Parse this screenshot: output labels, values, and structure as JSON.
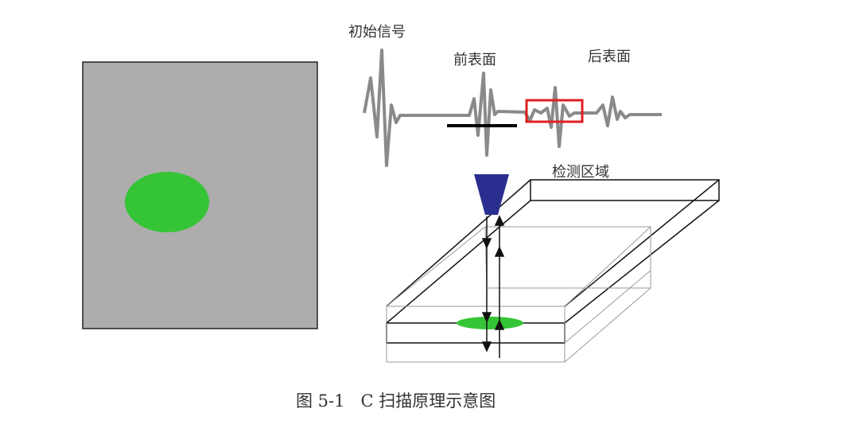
{
  "labels": {
    "initial_signal": "初始信号",
    "front_surface": "前表面",
    "back_surface": "后表面",
    "detection_region": "检测区域"
  },
  "caption": "图 5-1   C 扫描原理示意图",
  "colors": {
    "cscan_background": "#adadad",
    "defect": "#35c435",
    "signal": "#8a8a8a",
    "gate_box": "#e02020",
    "probe": "#2a2f8f",
    "front_gate_line": "#000000"
  }
}
